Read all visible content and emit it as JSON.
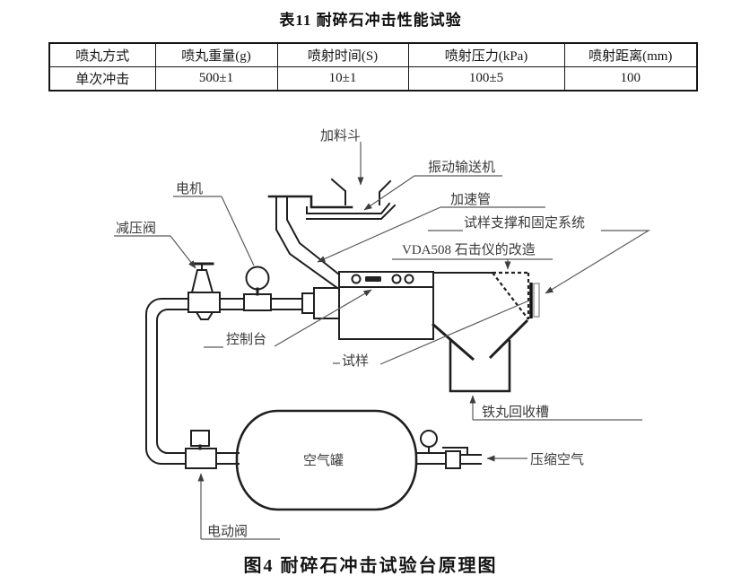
{
  "document": {
    "table_title": "表11  耐碎石冲击性能试验",
    "figure_caption": "图4  耐碎石冲击试验台原理图"
  },
  "table": {
    "headers": [
      "喷丸方式",
      "喷丸重量(g)",
      "喷射时间(S)",
      "喷射压力(kPa)",
      "喷射距离(mm)"
    ],
    "rows": [
      [
        "单次冲击",
        "500±1",
        "10±1",
        "100±5",
        "100"
      ]
    ]
  },
  "diagram": {
    "labels": {
      "hopper": "加料斗",
      "vibration_conveyor": "振动输送机",
      "motor": "电机",
      "pressure_reducing_valve": "减压阀",
      "acceleration_tube": "加速管",
      "specimen_support_system": "试样支撑和固定系统",
      "vda508_modification": "VDA508 石击仪的改造",
      "console": "控制台",
      "specimen": "试样",
      "shot_recycle_trough": "铁丸回收槽",
      "air_tank": "空气罐",
      "compressed_air": "压缩空气",
      "electric_valve": "电动阀"
    },
    "colors": {
      "machine_line": "#1f1f1f",
      "leader_line": "#5a5a5a",
      "label_text": "#3a3a3a",
      "background": "#ffffff"
    }
  }
}
